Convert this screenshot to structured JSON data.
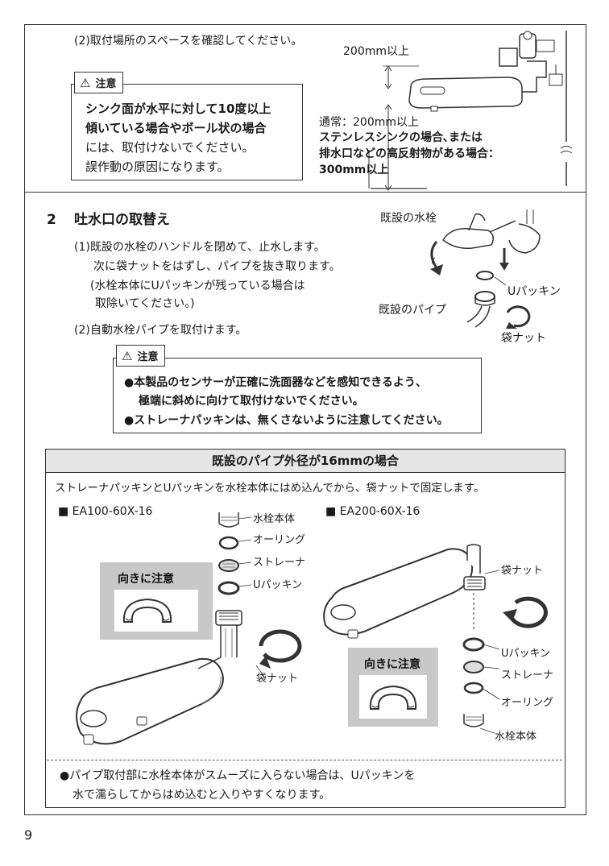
{
  "section1": {
    "step2_text": "(2)取付場所のスペースを確認してください。",
    "caution_label": "注意",
    "caution_lines": [
      "シンク面が水平に対して10度以上",
      "傾いている場合やボール状の場合",
      "には、取付けないでください。",
      "誤作動の原因になります。"
    ],
    "dim_top": "200mm以上",
    "dim_normal": "通常：200mm以上",
    "dim_note_lines": [
      "ステンレスシンクの場合､または",
      "排水口などの高反射物がある場合：",
      "300mm以上"
    ]
  },
  "section2": {
    "number": "2",
    "title": "吐水口の取替え",
    "step1_lines": [
      "(1)既設の水栓のハンドルを閉めて、止水します。",
      "次に袋ナットをはずし、パイプを抜き取ります。",
      "(水栓本体にUパッキンが残っている場合は",
      "取除いてください。)"
    ],
    "step2_text": "(2)自動水栓パイプを取付けます。",
    "diagram_labels": {
      "existing_faucet": "既設の水栓",
      "u_packing": "Uパッキン",
      "existing_pipe": "既設のパイプ",
      "bag_nut": "袋ナット"
    },
    "caution_label": "注意",
    "caution_lines": [
      "●本製品のセンサーが正確に洗面器などを感知できるよう、",
      "極端に斜めに向けて取付けないでください。",
      "●ストレーナパッキンは、無くさないように注意してください。"
    ]
  },
  "box16": {
    "header": "既設のパイプ外径が16mmの場合",
    "intro": "ストレーナパッキンとUパッキンを水栓本体にはめ込んでから、袋ナットで固定します。",
    "left": {
      "model": "■ EA100-60X-16",
      "labels": [
        "水栓本体",
        "オーリング",
        "ストレーナ",
        "Uパッキン",
        "袋ナット"
      ],
      "direction_note": "向きに注意"
    },
    "right": {
      "model": "■ EA200-60X-16",
      "labels": [
        "袋ナット",
        "Uパッキン",
        "ストレーナ",
        "オーリング",
        "水栓本体"
      ],
      "direction_note": "向きに注意"
    },
    "footer_lines": [
      "●パイプ取付部に水栓本体がスムーズに入らない場合は、Uパッキンを",
      "水で濡らしてからはめ込むと入りやすくなります。"
    ]
  },
  "page_number": "9"
}
